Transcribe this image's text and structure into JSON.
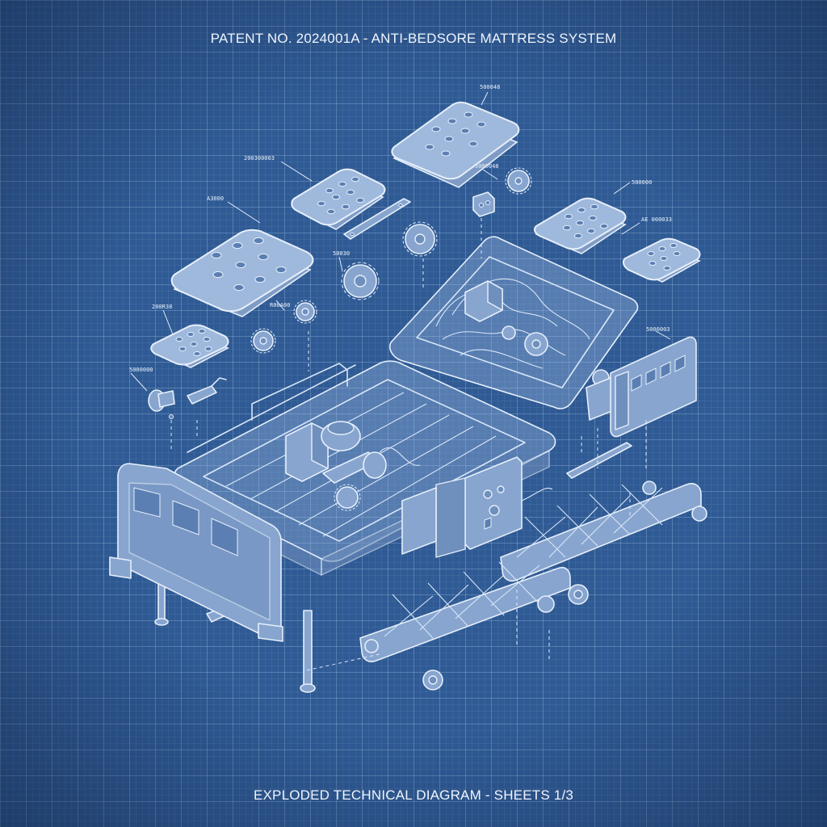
{
  "header": {
    "title": "PATENT NO. 2024001A - ANTI-BEDSORE MATTRESS SYSTEM"
  },
  "footer": {
    "caption": "EXPLODED TECHNICAL DIAGRAM - SHEETS 1/3"
  },
  "callouts": {
    "top_pad": "500048",
    "upper_left_pad": "200300003",
    "left_pad": "A3000",
    "small_left_pad": "200R38",
    "knob": "5000000",
    "gear_left": "50030",
    "gear_mid": "5000048",
    "center_rod": "R00A00",
    "right_pad": "500000",
    "right_small_pad": "AE 000033",
    "headboard": "5000003"
  },
  "colors": {
    "background": "#2f5a94",
    "grid": "#bed7f5",
    "line": "#d8e6f7",
    "part_fill": "#87a5cf"
  }
}
